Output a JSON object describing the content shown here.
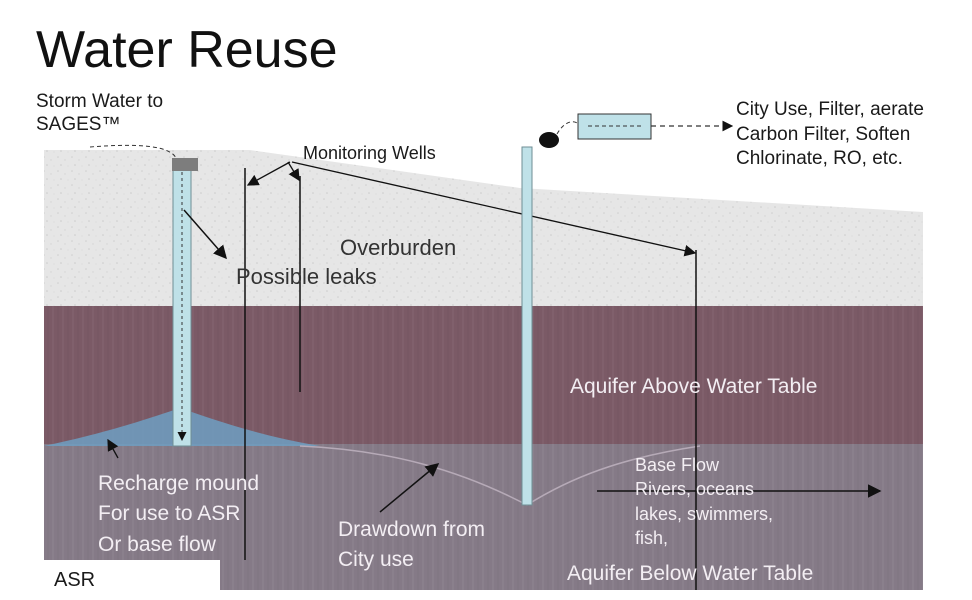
{
  "title": "Water Reuse",
  "labels": {
    "storm_water": "Storm Water to\nSAGES™",
    "monitoring_wells": "Monitoring Wells",
    "city_use": "City Use, Filter, aerate\nCarbon Filter, Soften\nChlorinate, RO, etc.",
    "overburden": "Overburden",
    "possible_leaks": "Possible leaks",
    "aquifer_above": "Aquifer Above Water Table",
    "recharge_mound": "Recharge mound\nFor use to ASR\nOr base flow",
    "drawdown": "Drawdown from\nCity use",
    "base_flow": "Base Flow\nRivers, oceans\nlakes, swimmers,\nfish,",
    "aquifer_below": "Aquifer Below Water Table",
    "asr": "ASR"
  },
  "colors": {
    "overburden": "#e4e4e4",
    "aquifer_above": "#7b5a66",
    "aquifer_below": "#857a87",
    "water": "#7fb2d6",
    "pipe": "#bfe1e8",
    "tank": "#bfe1e8"
  }
}
